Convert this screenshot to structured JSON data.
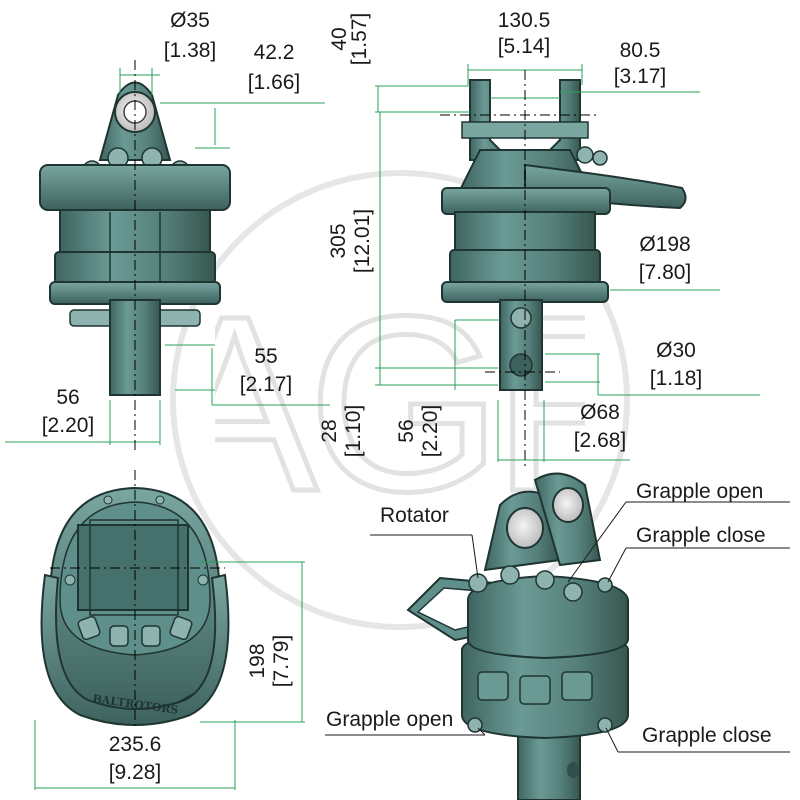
{
  "watermark": {
    "letters": "AGP",
    "color": "#e2e2e2"
  },
  "colors": {
    "body": "#5a8a86",
    "body_dark": "#2f4f4c",
    "body_light": "#8fb3ae",
    "line": "#2aa05a",
    "text": "#1a1a1a"
  },
  "front_view": {
    "eye_diameter": {
      "mm": "Ø35",
      "in": "[1.38]"
    },
    "eye_height": {
      "mm": "42.2",
      "in": "[1.66]"
    },
    "shaft_length": {
      "mm": "55",
      "in": "[2.17]"
    },
    "shaft_width": {
      "mm": "56",
      "in": "[2.20]"
    }
  },
  "side_view": {
    "top_height": {
      "mm": "40",
      "in": "[1.57]"
    },
    "yoke_width": {
      "mm": "130.5",
      "in": "[5.14]"
    },
    "yoke_inner": {
      "mm": "80.5",
      "in": "[3.17]"
    },
    "total_height": {
      "mm": "305",
      "in": "[12.01]"
    },
    "housing_diameter": {
      "mm": "Ø198",
      "in": "[7.80]"
    },
    "hole_diameter": {
      "mm": "Ø30",
      "in": "[1.18]"
    },
    "hole_offset": {
      "mm": "28",
      "in": "[1.10]"
    },
    "shaft_height": {
      "mm": "56",
      "in": "[2.20]"
    },
    "shaft_diameter": {
      "mm": "Ø68",
      "in": "[2.68]"
    }
  },
  "top_view": {
    "depth": {
      "mm": "198",
      "in": "[7.79]"
    },
    "width": {
      "mm": "235.6",
      "in": "[9.28]"
    },
    "brand": "BALTROTORS"
  },
  "iso_view": {
    "callouts": {
      "rotator": "Rotator",
      "grapple_open_top": "Grapple open",
      "grapple_close_top": "Grapple  close",
      "grapple_open_bottom": "Grapple open",
      "grapple_close_bottom": "Grapple  close"
    }
  }
}
